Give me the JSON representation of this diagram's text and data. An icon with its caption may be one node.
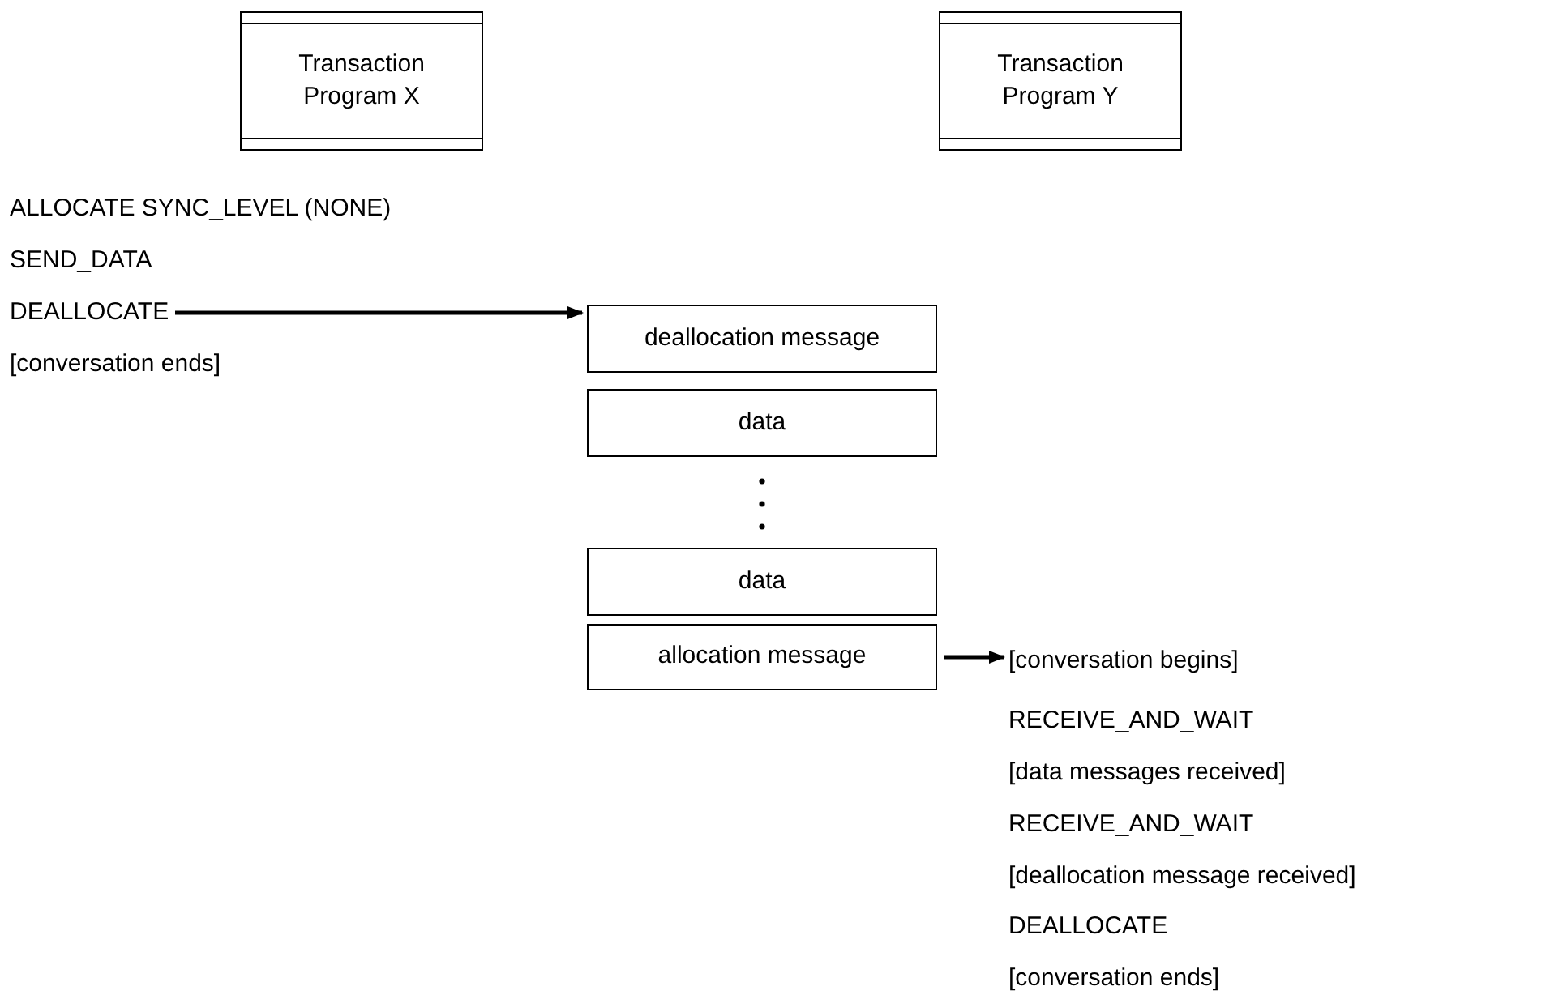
{
  "diagram": {
    "nodes": [
      {
        "text": [
          "Transaction Program X"
        ]
      },
      {
        "text": [
          "Transaction Program Y"
        ]
      },
      {
        "text": [
          "DEALLOCATE"
        ]
      },
      {
        "text": [
          "deallocation message"
        ]
      },
      {
        "text": [
          "data"
        ]
      },
      {
        "text": [
          "data"
        ]
      },
      {
        "text": [
          "allocation message"
        ]
      },
      {
        "text": [
          "[conversation begins]"
        ]
      }
    ],
    "edges": [
      {
        "from": 2,
        "to": 3,
        "arrow": "to"
      },
      {
        "from": 6,
        "to": 7,
        "arrow": "to"
      }
    ],
    "labels": [
      "ALLOCATE SYNC_LEVEL (NONE)",
      "SEND_DATA",
      "[conversation ends]",
      "RECEIVE_AND_WAIT",
      "[data messages received]",
      "RECEIVE_AND_WAIT",
      "[deallocation message received]",
      "DEALLOCATE",
      "[conversation ends]"
    ]
  }
}
